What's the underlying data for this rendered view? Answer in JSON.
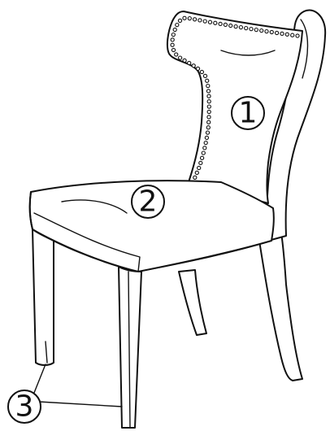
{
  "diagram": {
    "parts": [
      {
        "id": "backrest",
        "label": "1"
      },
      {
        "id": "seat",
        "label": "2"
      },
      {
        "id": "legs",
        "label": "3"
      }
    ],
    "colors": {
      "line": "#111111",
      "background": "#ffffff"
    }
  }
}
